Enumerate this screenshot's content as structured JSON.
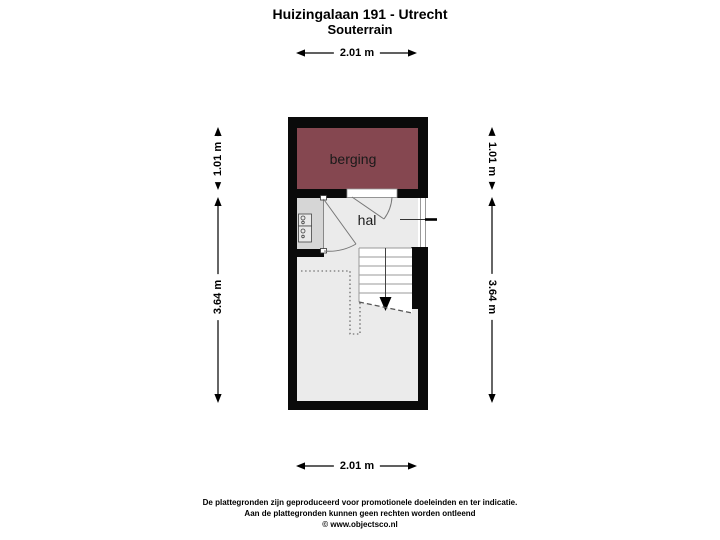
{
  "header": {
    "title": "Huizingalaan 191 - Utrecht",
    "subtitle": "Souterrain"
  },
  "rooms": [
    {
      "name": "berging",
      "floor_color": "#854750"
    },
    {
      "name": "hal",
      "floor_color": "#ebebeb"
    }
  ],
  "dimensions": {
    "top_width": "2.01 m",
    "bottom_width": "2.01 m",
    "left_upper_height": "1.01 m",
    "left_lower_height": "3.64 m",
    "right_upper_height": "1.01 m",
    "right_lower_height": "3.64 m"
  },
  "footer": {
    "line1": "De plattegronden zijn geproduceerd voor promotionele doeleinden en ter indicatie.",
    "line2": "Aan de plattegronden kunnen geen rechten worden ontleend",
    "line3": "© www.objectsco.nl"
  },
  "colors": {
    "wall": "#0a0a0a",
    "berging_floor": "#854750",
    "hal_floor": "#ebebeb",
    "closet_floor": "#d6d6d6",
    "stairs": "#ffffff",
    "background": "#ffffff"
  }
}
